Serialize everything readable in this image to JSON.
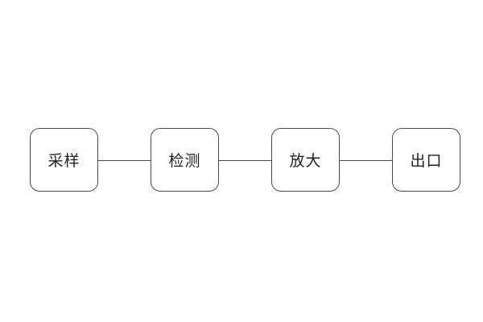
{
  "diagram": {
    "type": "flowchart",
    "background_color": "#ffffff",
    "node_fill_color": "#ffffff",
    "stroke_color": "#4a4a4a",
    "text_color": "#1f1f1f",
    "nodes": [
      {
        "id": "node-1",
        "label": "采样"
      },
      {
        "id": "node-2",
        "label": "检测"
      },
      {
        "id": "node-3",
        "label": "放大"
      },
      {
        "id": "node-4",
        "label": "出口"
      }
    ],
    "connections": [
      {
        "from": "采样",
        "to": "检测",
        "style": "plain-line"
      },
      {
        "from": "检测",
        "to": "放大",
        "style": "plain-line"
      },
      {
        "from": "放大",
        "to": "出口",
        "style": "plain-line"
      }
    ]
  }
}
